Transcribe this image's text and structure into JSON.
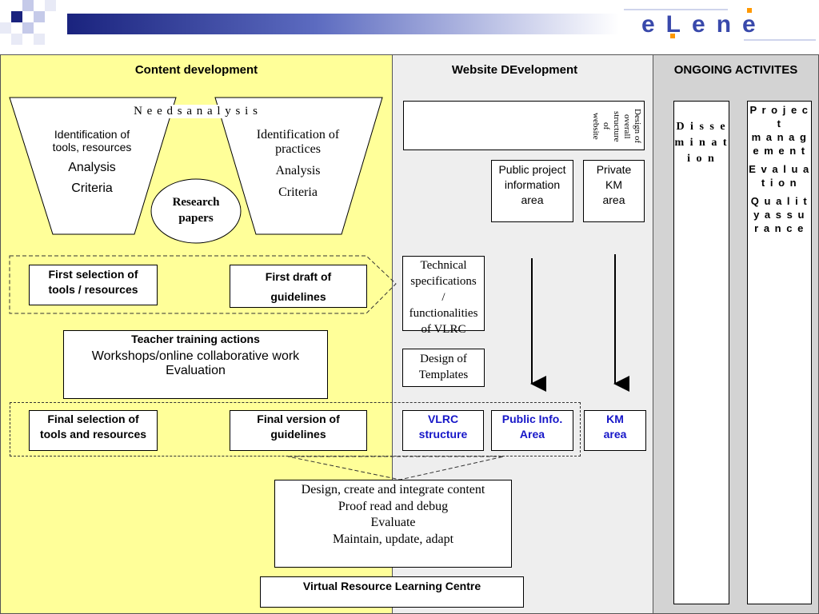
{
  "header": {
    "logo_text": "eLene",
    "colors": {
      "navy": "#1a237e",
      "orange": "#ff9800",
      "blue": "#3f51b5"
    }
  },
  "columns": {
    "content": {
      "title": "Content development",
      "color": "#ffff99"
    },
    "website": {
      "title": "Website DEvelopment",
      "color": "#eeeeee"
    },
    "ongoing": {
      "title": "ONGOING ACTIVITES",
      "color": "#d3d3d3"
    }
  },
  "needs_analysis": {
    "title": "N e e d s   a n a l y s i s",
    "left": {
      "line1": "Identification of",
      "line2": "tools, resources",
      "line3": "Analysis",
      "line4": "Criteria"
    },
    "right": {
      "line1": "Identification of",
      "line2": "practices",
      "line3": "Analysis",
      "line4": "Criteria"
    },
    "research": {
      "line1": "Research",
      "line2": "papers"
    }
  },
  "first_row": {
    "first_selection": {
      "line1": "First selection of",
      "line2": "tools / resources"
    },
    "first_draft": {
      "line1": "First draft of",
      "line2": "guidelines"
    }
  },
  "teacher_training": {
    "title": "Teacher training actions",
    "line1": "Workshops/online collaborative work",
    "line2": "Evaluation"
  },
  "final_row": {
    "final_selection": {
      "line1": "Final selection of",
      "line2": "tools and resources"
    },
    "final_version": {
      "line1": "Final version of",
      "line2": "guidelines"
    },
    "vlrc_structure": {
      "line1": "VLRC",
      "line2": "structure"
    },
    "public_info": {
      "line1": "Public Info.",
      "line2": "Area"
    },
    "km_area": {
      "line1": "KM",
      "line2": "area"
    }
  },
  "website": {
    "design_overall": {
      "line1": "Design of",
      "line2": "overall",
      "line3": "structure",
      "line4": "of",
      "line5": "website"
    },
    "public_project": {
      "line1": "Public project",
      "line2": "information",
      "line3": "area"
    },
    "private_km": {
      "line1": "Private",
      "line2": "KM",
      "line3": "area"
    },
    "tech_specs": {
      "line1": "Technical",
      "line2": "specifications",
      "line3": "/",
      "line4": "functionalities",
      "line5": "of VLRC"
    },
    "design_templates": {
      "line1": "Design of",
      "line2": "Templates"
    }
  },
  "integration": {
    "line1": "Design, create and integrate content",
    "line2": "Proof read and debug",
    "line3": "Evaluate",
    "line4": "Maintain, update, adapt"
  },
  "vlrc_title": "Virtual Resource Learning Centre",
  "ongoing": {
    "dissemination": {
      "line1": "D i s s e",
      "line2": "m i n a t",
      "line3": "i o n"
    },
    "project": {
      "line1": "P r o j e c t",
      "line2": "m a n a g",
      "line3": "e m e n t",
      "line4": "E v a l u a",
      "line5": "t i o n",
      "line6": "Q u a l i t",
      "line7": "y   a s s u",
      "line8": "r a n c e"
    }
  }
}
